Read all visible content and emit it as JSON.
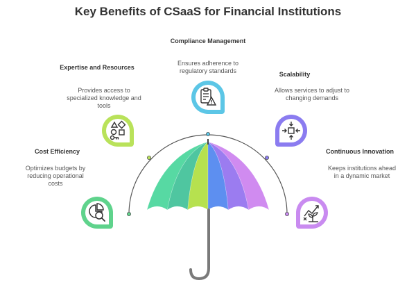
{
  "title": "Key Benefits of CSaaS for Financial Institutions",
  "benefits": [
    {
      "title": "Cost Efficiency",
      "description": "Optimizes budgets by reducing operational costs",
      "icon": "chart-magnifier-icon",
      "color": "#5fd38c"
    },
    {
      "title": "Expertise and Resources",
      "description": "Provides access to specialized knowledge and tools",
      "icon": "shapes-key-icon",
      "color": "#b9e25a"
    },
    {
      "title": "Compliance Management",
      "description": "Ensures adherence to regulatory standards",
      "icon": "document-warning-icon",
      "color": "#5cc6e6"
    },
    {
      "title": "Scalability",
      "description": "Allows services to adjust to changing demands",
      "icon": "expand-arrows-icon",
      "color": "#8b7cf0"
    },
    {
      "title": "Continuous Innovation",
      "description": "Keeps institutions ahead in a dynamic market",
      "icon": "growth-plant-icon",
      "color": "#c98bf0"
    }
  ],
  "umbrella_colors": [
    "#57d9a3",
    "#4fc6a0",
    "#b6e14f",
    "#5d8ff0",
    "#9b7cf0",
    "#d08bf0"
  ]
}
